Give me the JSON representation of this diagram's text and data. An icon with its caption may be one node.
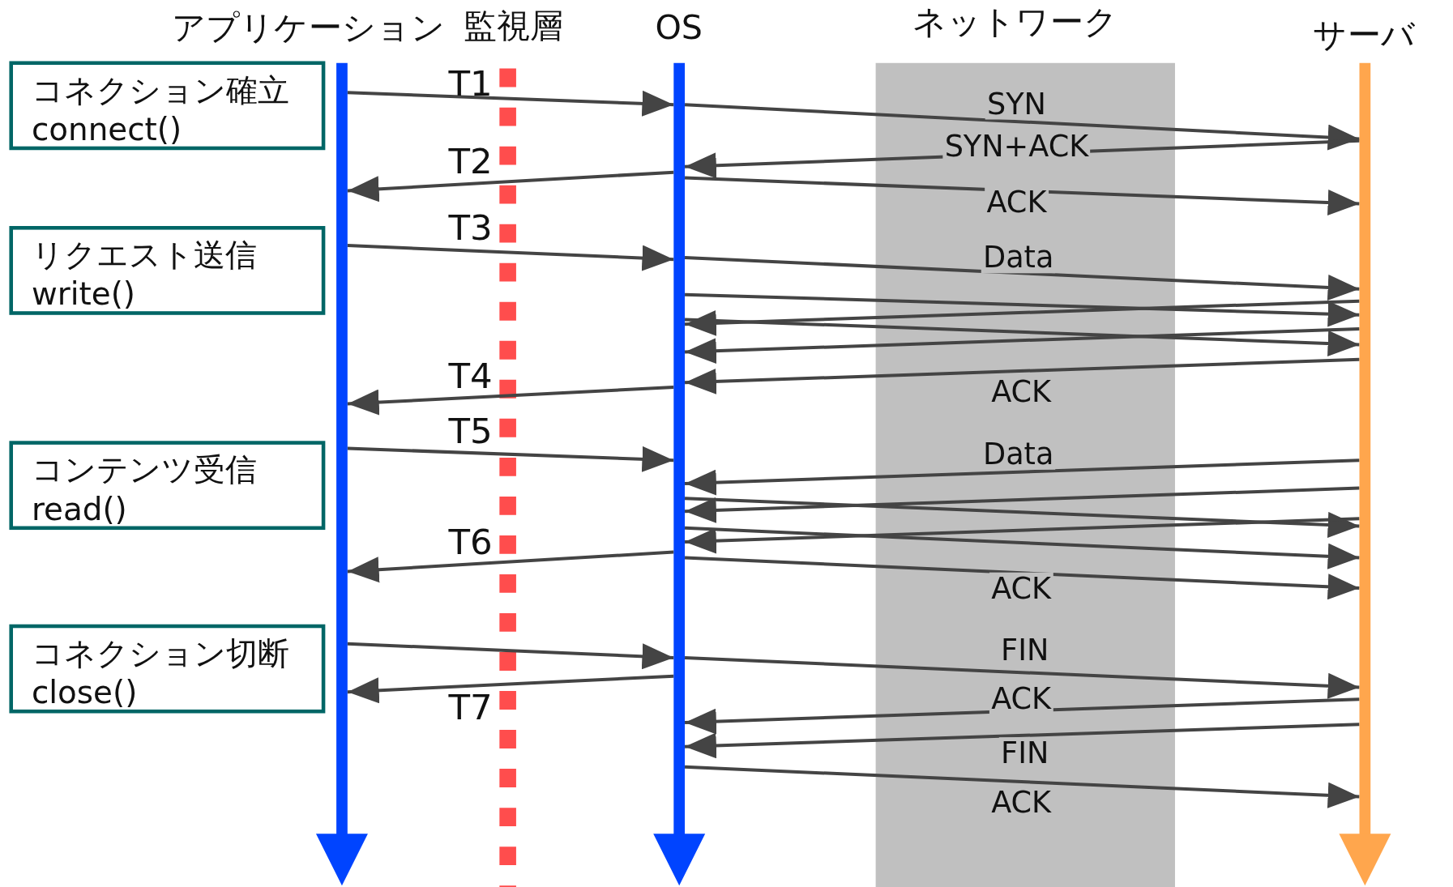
{
  "diagram": {
    "nodes": [
      {
        "text": [
          "アプリケーション"
        ]
      },
      {
        "text": [
          "OS"
        ]
      },
      {
        "text": [
          "サーバ"
        ]
      },
      {
        "text": [
          "コネクション確立",
          "connect()"
        ]
      },
      {
        "text": [
          "リクエスト送信",
          "write()"
        ]
      },
      {
        "text": [
          "コンテンツ受信",
          "read()"
        ]
      },
      {
        "text": [
          "コネクション切断",
          "close()"
        ]
      }
    ],
    "edges": [
      {
        "from": 0,
        "to": 1,
        "arrow": "to"
      },
      {
        "from": 1,
        "to": 2,
        "arrow": "to",
        "label": "SYN"
      },
      {
        "from": 2,
        "to": 1,
        "arrow": "to",
        "label": "SYN+ACK"
      },
      {
        "from": 1,
        "to": 0,
        "arrow": "to"
      },
      {
        "from": 1,
        "to": 2,
        "arrow": "to",
        "label": "ACK"
      },
      {
        "from": 0,
        "to": 1,
        "arrow": "to"
      },
      {
        "from": 1,
        "to": 2,
        "arrow": "to",
        "label": "Data"
      },
      {
        "from": 1,
        "to": 2,
        "arrow": "to"
      },
      {
        "from": 2,
        "to": 1,
        "arrow": "to"
      },
      {
        "from": 1,
        "to": 2,
        "arrow": "to"
      },
      {
        "from": 2,
        "to": 1,
        "arrow": "to"
      },
      {
        "from": 2,
        "to": 1,
        "arrow": "to",
        "label": "ACK"
      },
      {
        "from": 1,
        "to": 0,
        "arrow": "to"
      },
      {
        "from": 0,
        "to": 1,
        "arrow": "to"
      },
      {
        "from": 2,
        "to": 1,
        "arrow": "to",
        "label": "Data"
      },
      {
        "from": 2,
        "to": 1,
        "arrow": "to"
      },
      {
        "from": 1,
        "to": 2,
        "arrow": "to"
      },
      {
        "from": 2,
        "to": 1,
        "arrow": "to"
      },
      {
        "from": 1,
        "to": 2,
        "arrow": "to"
      },
      {
        "from": 1,
        "to": 0,
        "arrow": "to"
      },
      {
        "from": 1,
        "to": 2,
        "arrow": "to",
        "label": "ACK"
      },
      {
        "from": 0,
        "to": 1,
        "arrow": "to"
      },
      {
        "from": 1,
        "to": 2,
        "arrow": "to",
        "label": "FIN"
      },
      {
        "from": 1,
        "to": 0,
        "arrow": "to"
      },
      {
        "from": 2,
        "to": 1,
        "arrow": "to",
        "label": "ACK"
      },
      {
        "from": 2,
        "to": 1,
        "arrow": "to",
        "label": "FIN"
      },
      {
        "from": 1,
        "to": 2,
        "arrow": "to",
        "label": "ACK"
      }
    ],
    "labels": [
      "監視層",
      "ネットワーク",
      "T1",
      "T2",
      "T3",
      "T4",
      "T5",
      "T6",
      "T7"
    ]
  }
}
